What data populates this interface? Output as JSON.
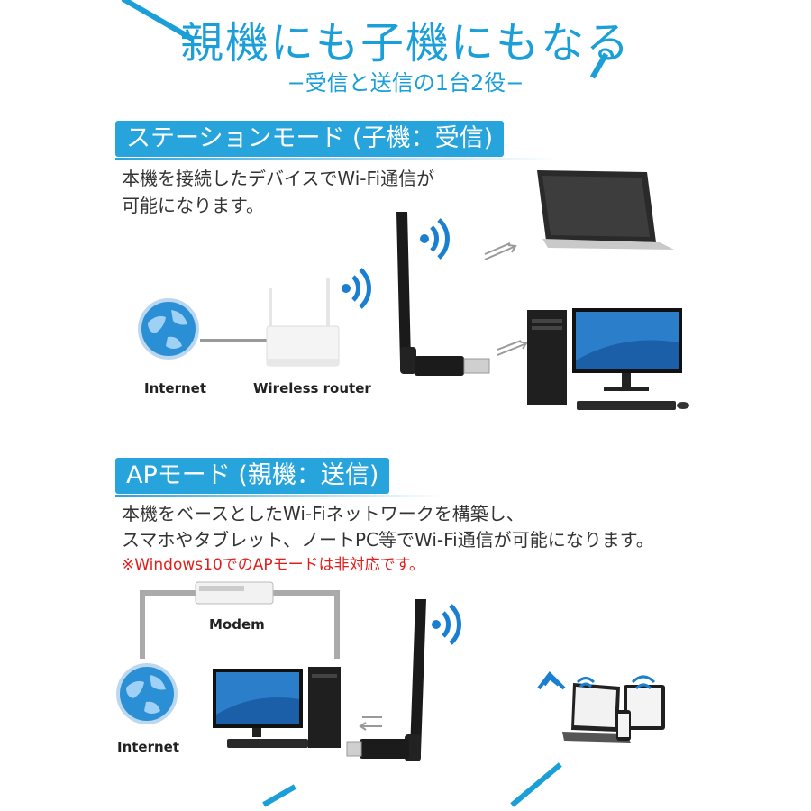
{
  "header": {
    "title": "親機にも子機にもなる",
    "subtitle": "−受信と送信の1台2役−"
  },
  "station": {
    "heading": "ステーションモード (子機：受信)",
    "desc_line1": "本機を接続したデバイスでWi-Fi通信が",
    "desc_line2": "可能になります。",
    "labels": {
      "internet": "Internet",
      "router": "Wireless router"
    }
  },
  "ap": {
    "heading": "APモード (親機：送信)",
    "desc_line1": "本機をベースとしたWi-Fiネットワークを構築し、",
    "desc_line2": "スマホやタブレット、ノートPC等でWi-Fi通信が可能になります。",
    "note": "※Windows10でのAPモードは非対応です。",
    "labels": {
      "modem": "Modem",
      "internet": "Internet"
    }
  },
  "colors": {
    "accent": "#1a9fd8",
    "bar": "#27a4dc",
    "note": "#e0201c"
  }
}
